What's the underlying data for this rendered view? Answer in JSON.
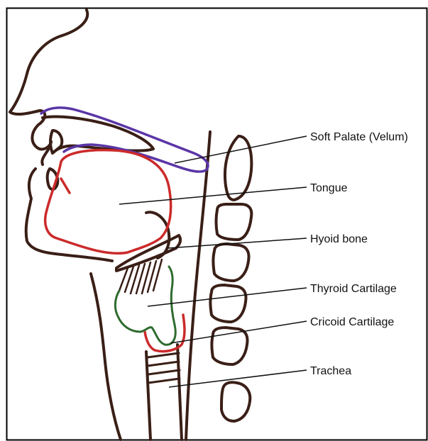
{
  "labels": {
    "soft_palate": "Soft Palate (Velum)",
    "tongue": "Tongue",
    "hyoid": "Hyoid bone",
    "thyroid": "Thyroid Cartilage",
    "cricoid": "Cricoid Cartilage",
    "trachea": "Trachea"
  },
  "colors": {
    "outline": "#3a1f17",
    "tongue": "#cc2a2a",
    "velum": "#5a35a6",
    "thyroid": "#2e6b2e",
    "leader": "#111111",
    "frame": "#000000"
  }
}
